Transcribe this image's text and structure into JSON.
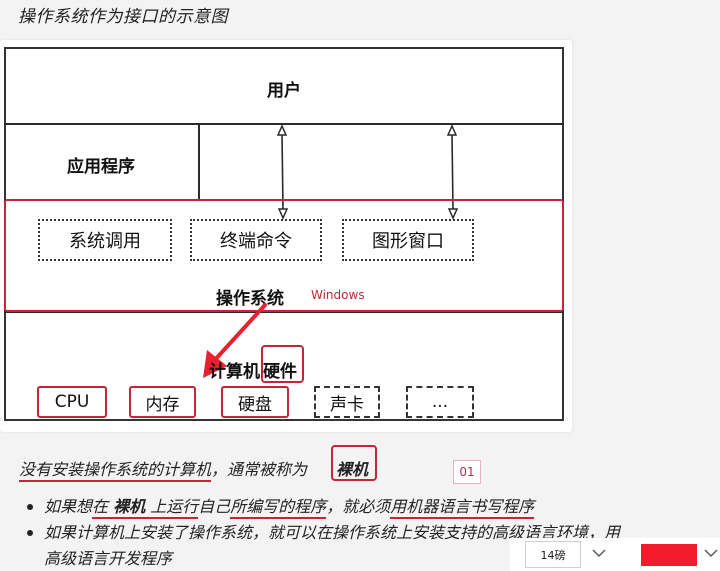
{
  "page": {
    "title": "操作系统作为接口的示意图"
  },
  "diagram": {
    "user_label": "用户",
    "app_label": "应用程序",
    "os_label": "操作系统",
    "os_annotation": "Windows",
    "interfaces": [
      "系统调用",
      "终端命令",
      "图形窗口"
    ],
    "hardware_label_prefix": "计算机",
    "hardware_label_boxed": "硬件",
    "hardware_items": [
      "CPU",
      "内存",
      "硬盘",
      "声卡",
      "..."
    ],
    "colors": {
      "annotation_red": "#c0283a",
      "arrow_red": "#e8202f",
      "line": "#2a2a2a"
    }
  },
  "text": {
    "definition_underlined": "没有安装操作系统的计算机",
    "definition_rest": "，通常被称为",
    "definition_term": "裸机",
    "page_badge": "01",
    "bullets": [
      {
        "parts": [
          "如果想",
          "在 ",
          "裸机",
          " 上运行",
          "自己",
          "所编写的程序",
          "，就必须",
          "用机器语言书写程序"
        ]
      },
      {
        "line1": "如果计算机上安装了操作系统，就可以在操作系统上安装支持的高级语言环境，用",
        "line2": "高级语言开发程序"
      }
    ]
  },
  "toolbar": {
    "font_size": "14磅",
    "color_value": "#f21b2d"
  }
}
